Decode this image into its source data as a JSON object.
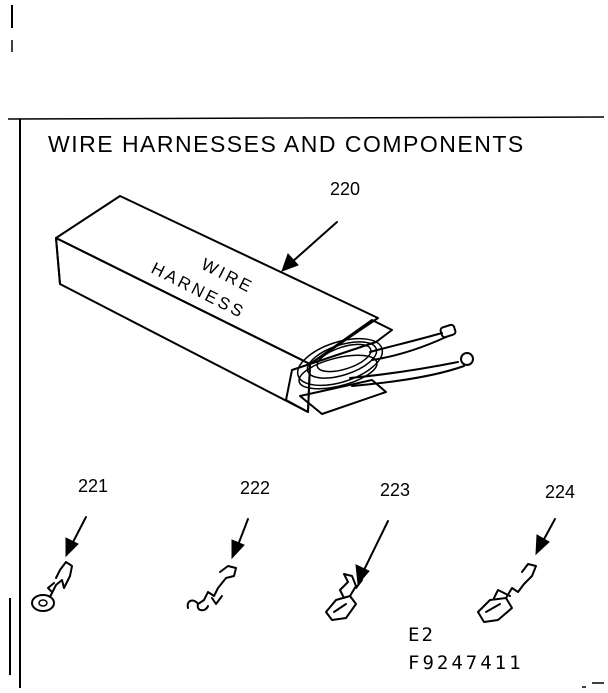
{
  "title": "WIRE HARNESSES AND COMPONENTS",
  "box_label_line1": "WIRE",
  "box_label_line2": "HARNESS",
  "parts": [
    {
      "number": "220",
      "icon": "wire-harness-box"
    },
    {
      "number": "221",
      "icon": "ring-terminal"
    },
    {
      "number": "222",
      "icon": "hook-terminal"
    },
    {
      "number": "223",
      "icon": "spade-terminal"
    },
    {
      "number": "224",
      "icon": "flag-terminal"
    }
  ],
  "code_line1": "E2",
  "code_line2": "F9247411"
}
